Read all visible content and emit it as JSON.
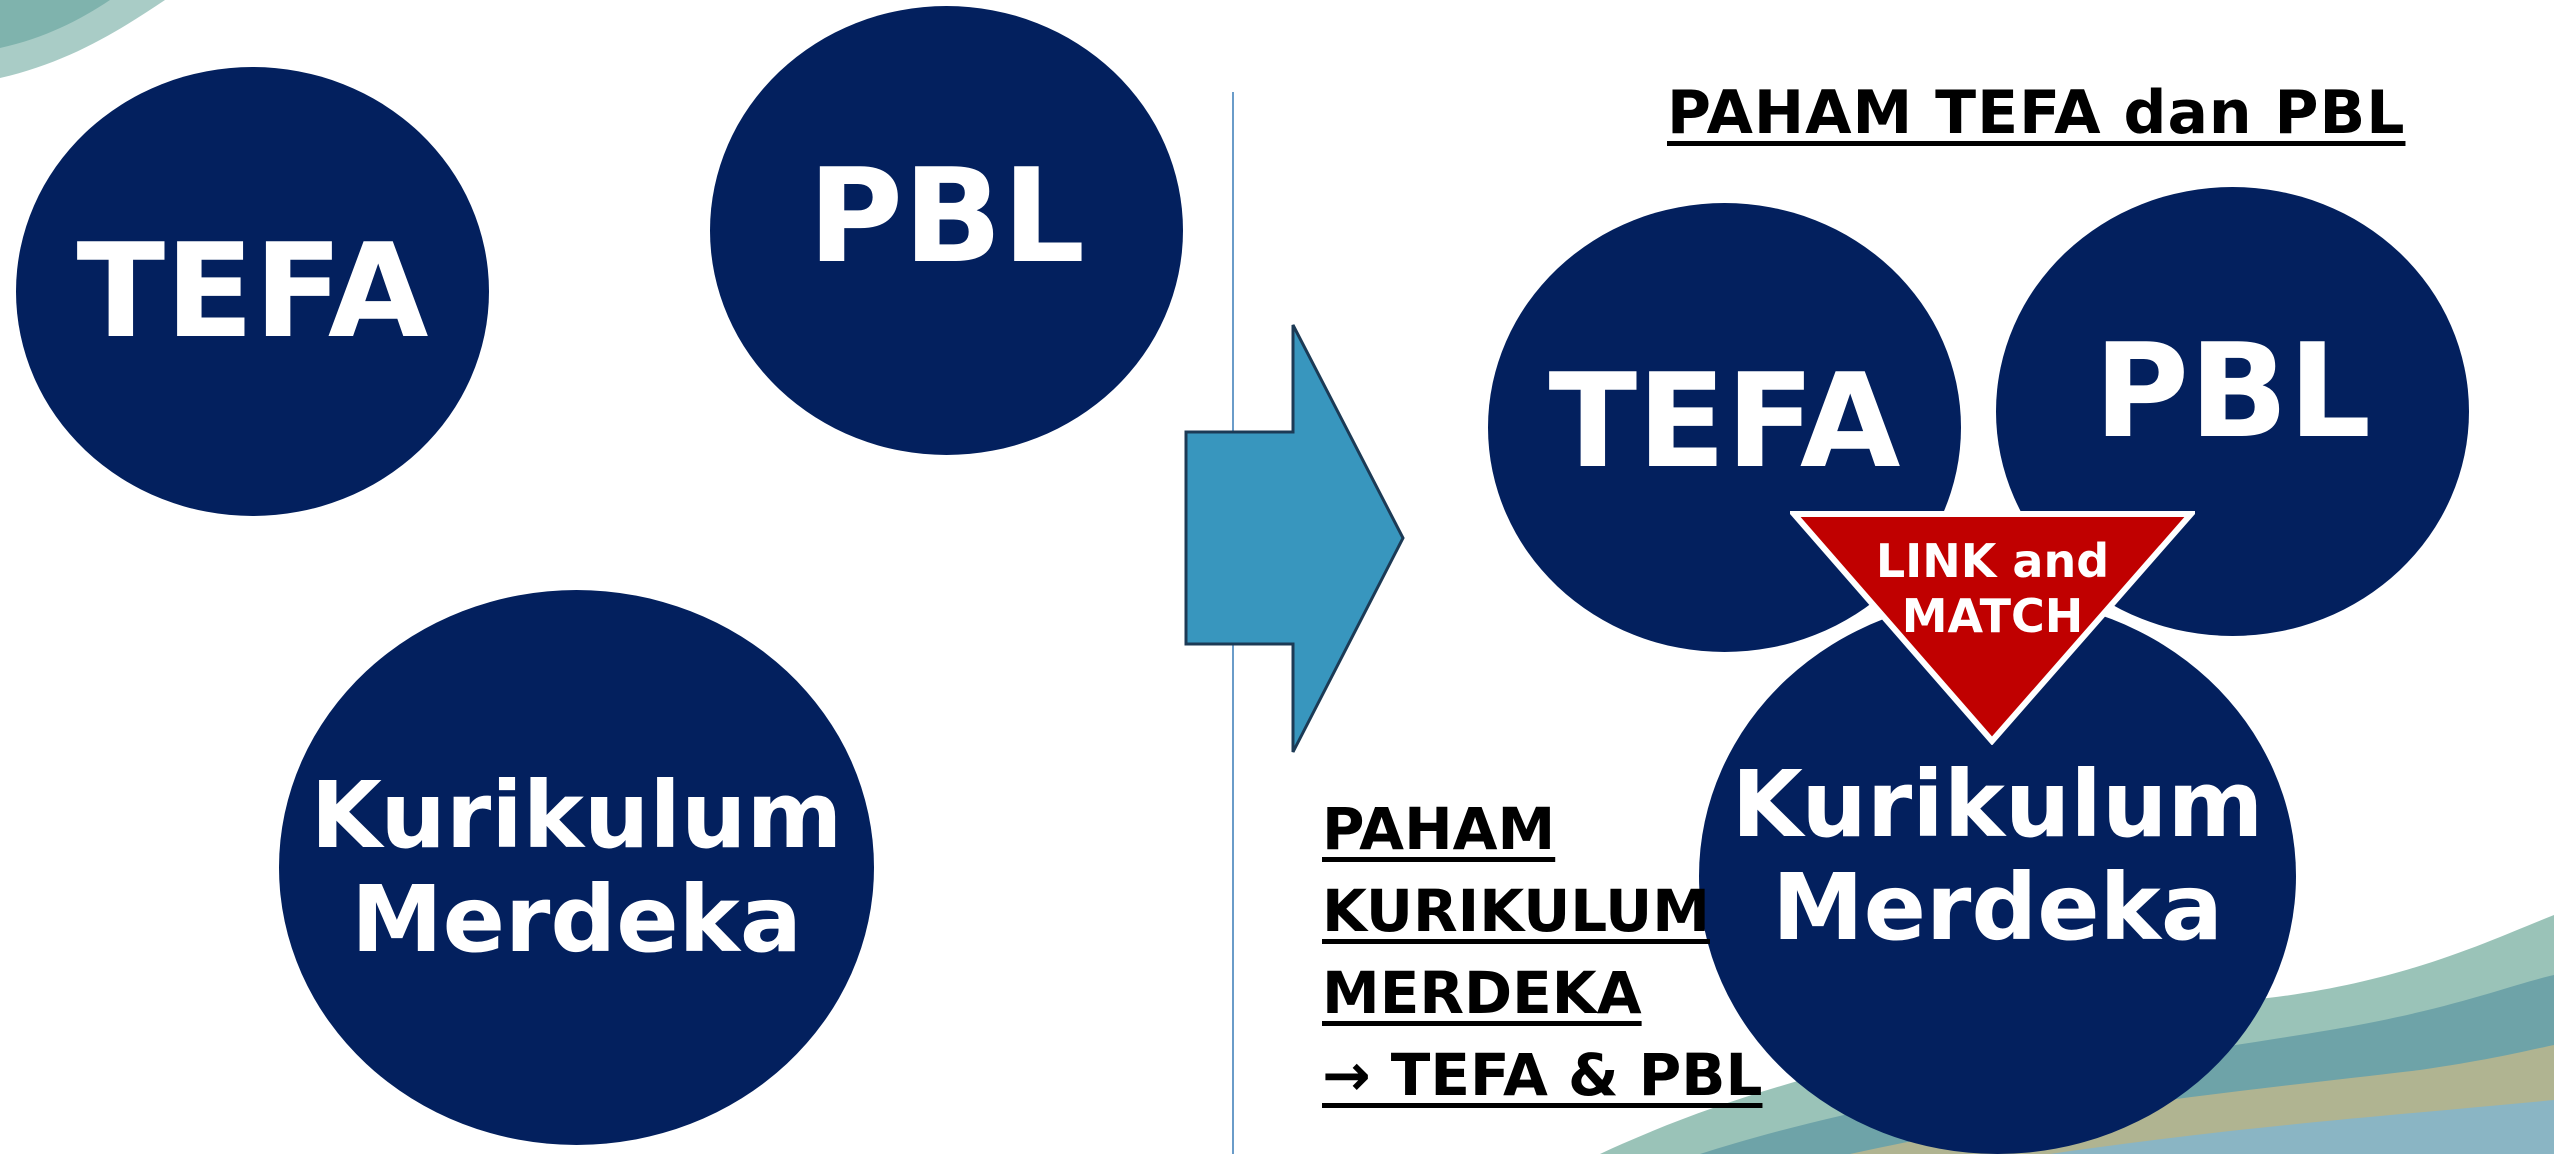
{
  "colors": {
    "circle_fill": "#03205e",
    "arrow_fill": "#3896be",
    "arrow_stroke": "#1c3a55",
    "triangle_fill": "#c00000",
    "divider": "#6a9cc9",
    "heading_text": "#000000",
    "circle_text": "#ffffff"
  },
  "left_panel": {
    "tefa": "TEFA",
    "pbl": "PBL",
    "kurikulum_line1": "Kurikulum",
    "kurikulum_line2": "Merdeka"
  },
  "right_panel": {
    "heading": "PAHAM TEFA dan PBL",
    "tefa": "TEFA",
    "pbl": "PBL",
    "kurikulum_line1": "Kurikulum",
    "kurikulum_line2": "Merdeka",
    "link_match_line1": "LINK and",
    "link_match_line2": "MATCH",
    "note_lines": [
      "PAHAM",
      "KURIKULUM",
      "MERDEKA",
      "→ TEFA & PBL"
    ]
  }
}
